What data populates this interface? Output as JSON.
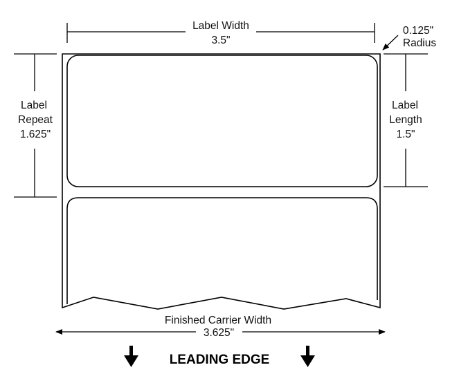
{
  "label_width": {
    "caption": "Label Width",
    "value": "3.5\""
  },
  "corner_radius": {
    "value": "0.125\"",
    "caption": "Radius"
  },
  "label_repeat": {
    "line1": "Label",
    "line2": "Repeat",
    "value": "1.625\""
  },
  "label_length": {
    "line1": "Label",
    "line2": "Length",
    "value": "1.5\""
  },
  "carrier_width": {
    "caption": "Finished Carrier Width",
    "value": "3.625\""
  },
  "leading_edge": {
    "text": "LEADING EDGE",
    "icon": "arrow-down-icon"
  },
  "colors": {
    "stroke": "#000000",
    "background": "#ffffff"
  }
}
